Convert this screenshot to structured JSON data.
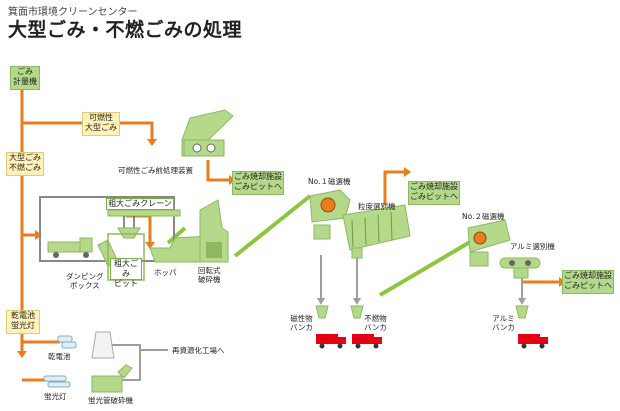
{
  "header": {
    "subtitle": "箕面市環境クリーンセンター",
    "title": "大型ごみ・不燃ごみの処理"
  },
  "start": {
    "line1": "ごみ",
    "line2": "計量機"
  },
  "branches": {
    "combustible": {
      "line1": "可燃性",
      "line2": "大型ごみ"
    },
    "large_noncomb": {
      "line1": "大型ごみ",
      "line2": "不燃ごみ"
    },
    "battery_fluor": {
      "line1": "乾電池",
      "line2": "蛍光灯"
    }
  },
  "labels": {
    "pre_treatment": "可燃性ごみ前処理装置",
    "crane": "粗大ごみクレーン",
    "dumping": {
      "line1": "ダンピング",
      "line2": "ボックス"
    },
    "pit": {
      "line1": "粗大ごみ",
      "line2": "ピット"
    },
    "hopper": "ホッパ",
    "crusher": {
      "line1": "回転式",
      "line2": "破砕機"
    },
    "mag1": "No.１磁選機",
    "sieve": "粒度選別機",
    "mag2": "No.２磁選機",
    "alu_sep": "アルミ選別機",
    "magnetic": {
      "line1": "磁性物",
      "line2": "バンカ"
    },
    "noncomb": {
      "line1": "不燃物",
      "line2": "バンカ"
    },
    "alu": {
      "line1": "アルミ",
      "line2": "バンカ"
    },
    "dry_cell": "乾電池",
    "fluor": "蛍光灯",
    "fluor_crusher": "蛍光管破砕機",
    "recycle": "再資源化工場へ"
  },
  "destinations": {
    "d1": {
      "line1": "ごみ焼却施設",
      "line2": "ごみピットへ"
    },
    "d2": {
      "line1": "ごみ焼却施設",
      "line2": "ごみピットへ"
    },
    "d3": {
      "line1": "ごみ焼却施設",
      "line2": "ごみピットへ"
    }
  },
  "colors": {
    "flow_orange": "#e87d1e",
    "flow_green": "#8cc63f",
    "machine_green": "#b5d98a",
    "truck_red": "#e60012",
    "gray": "#9e9e9e"
  }
}
